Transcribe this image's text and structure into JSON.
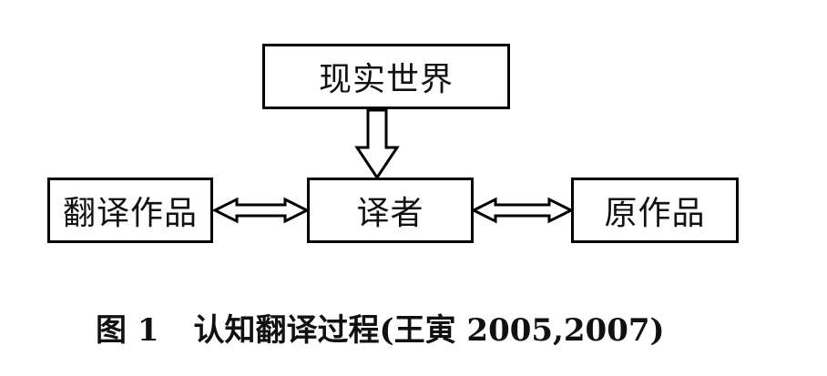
{
  "diagram": {
    "nodes": {
      "real_world": "现实世界",
      "translator": "译者",
      "translated_work": "翻译作品",
      "original_work": "原作品"
    }
  },
  "caption": {
    "label": "图 1",
    "text": "认知翻译过程(王寅 2005,2007)"
  }
}
